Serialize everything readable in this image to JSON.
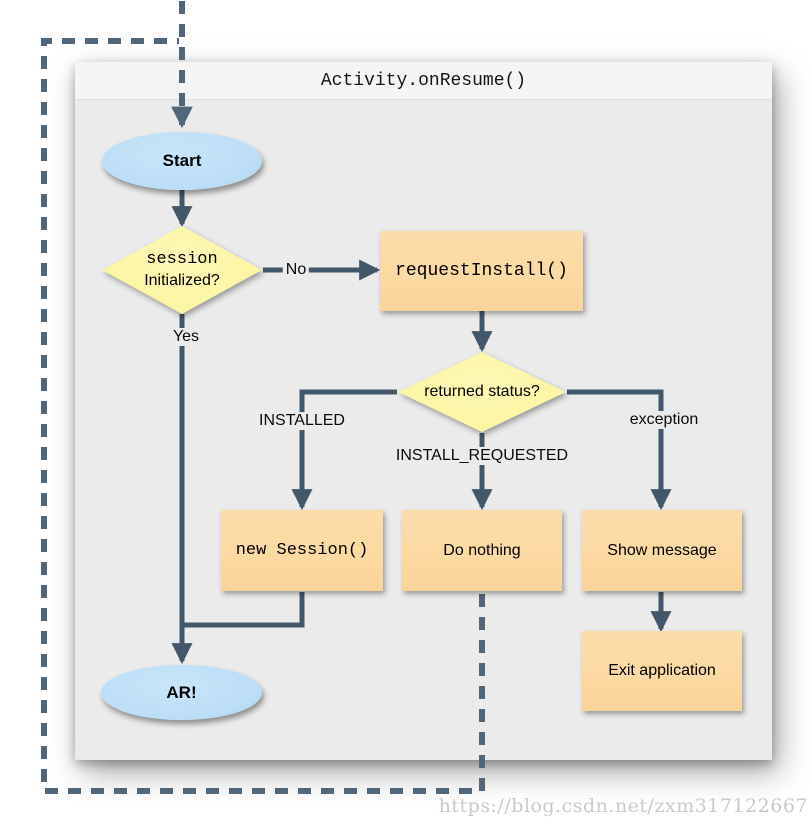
{
  "title": "Activity.onResume()",
  "watermark": "https://blog.csdn.net/zxm317122667",
  "colors": {
    "panel_body": "#ebebeb",
    "panel_header": "#f5f5f5",
    "terminal_fill": "#bcdef6",
    "decision_fill": "#fbf5a2",
    "process_fill": "#fcd9a1",
    "solid_line": "#42586a",
    "dashed_line": "#516679",
    "watermark_color": "#c9ccc5"
  },
  "nodes": {
    "start": {
      "label": "Start",
      "type": "terminal"
    },
    "session_check": {
      "label_line1": "session",
      "label_line2": "Initialized?",
      "type": "decision"
    },
    "request_install": {
      "label": "requestInstall()",
      "type": "process"
    },
    "status_check": {
      "label": "returned status?",
      "type": "decision"
    },
    "new_session": {
      "label": "new Session()",
      "type": "process"
    },
    "do_nothing": {
      "label": "Do nothing",
      "type": "process"
    },
    "show_message": {
      "label": "Show message",
      "type": "process"
    },
    "exit_application": {
      "label": "Exit application",
      "type": "process"
    },
    "ar": {
      "label": "AR!",
      "type": "terminal"
    }
  },
  "edge_labels": {
    "no": "No",
    "yes": "Yes",
    "installed": "INSTALLED",
    "install_requested": "INSTALL_REQUESTED",
    "exception": "exception"
  }
}
